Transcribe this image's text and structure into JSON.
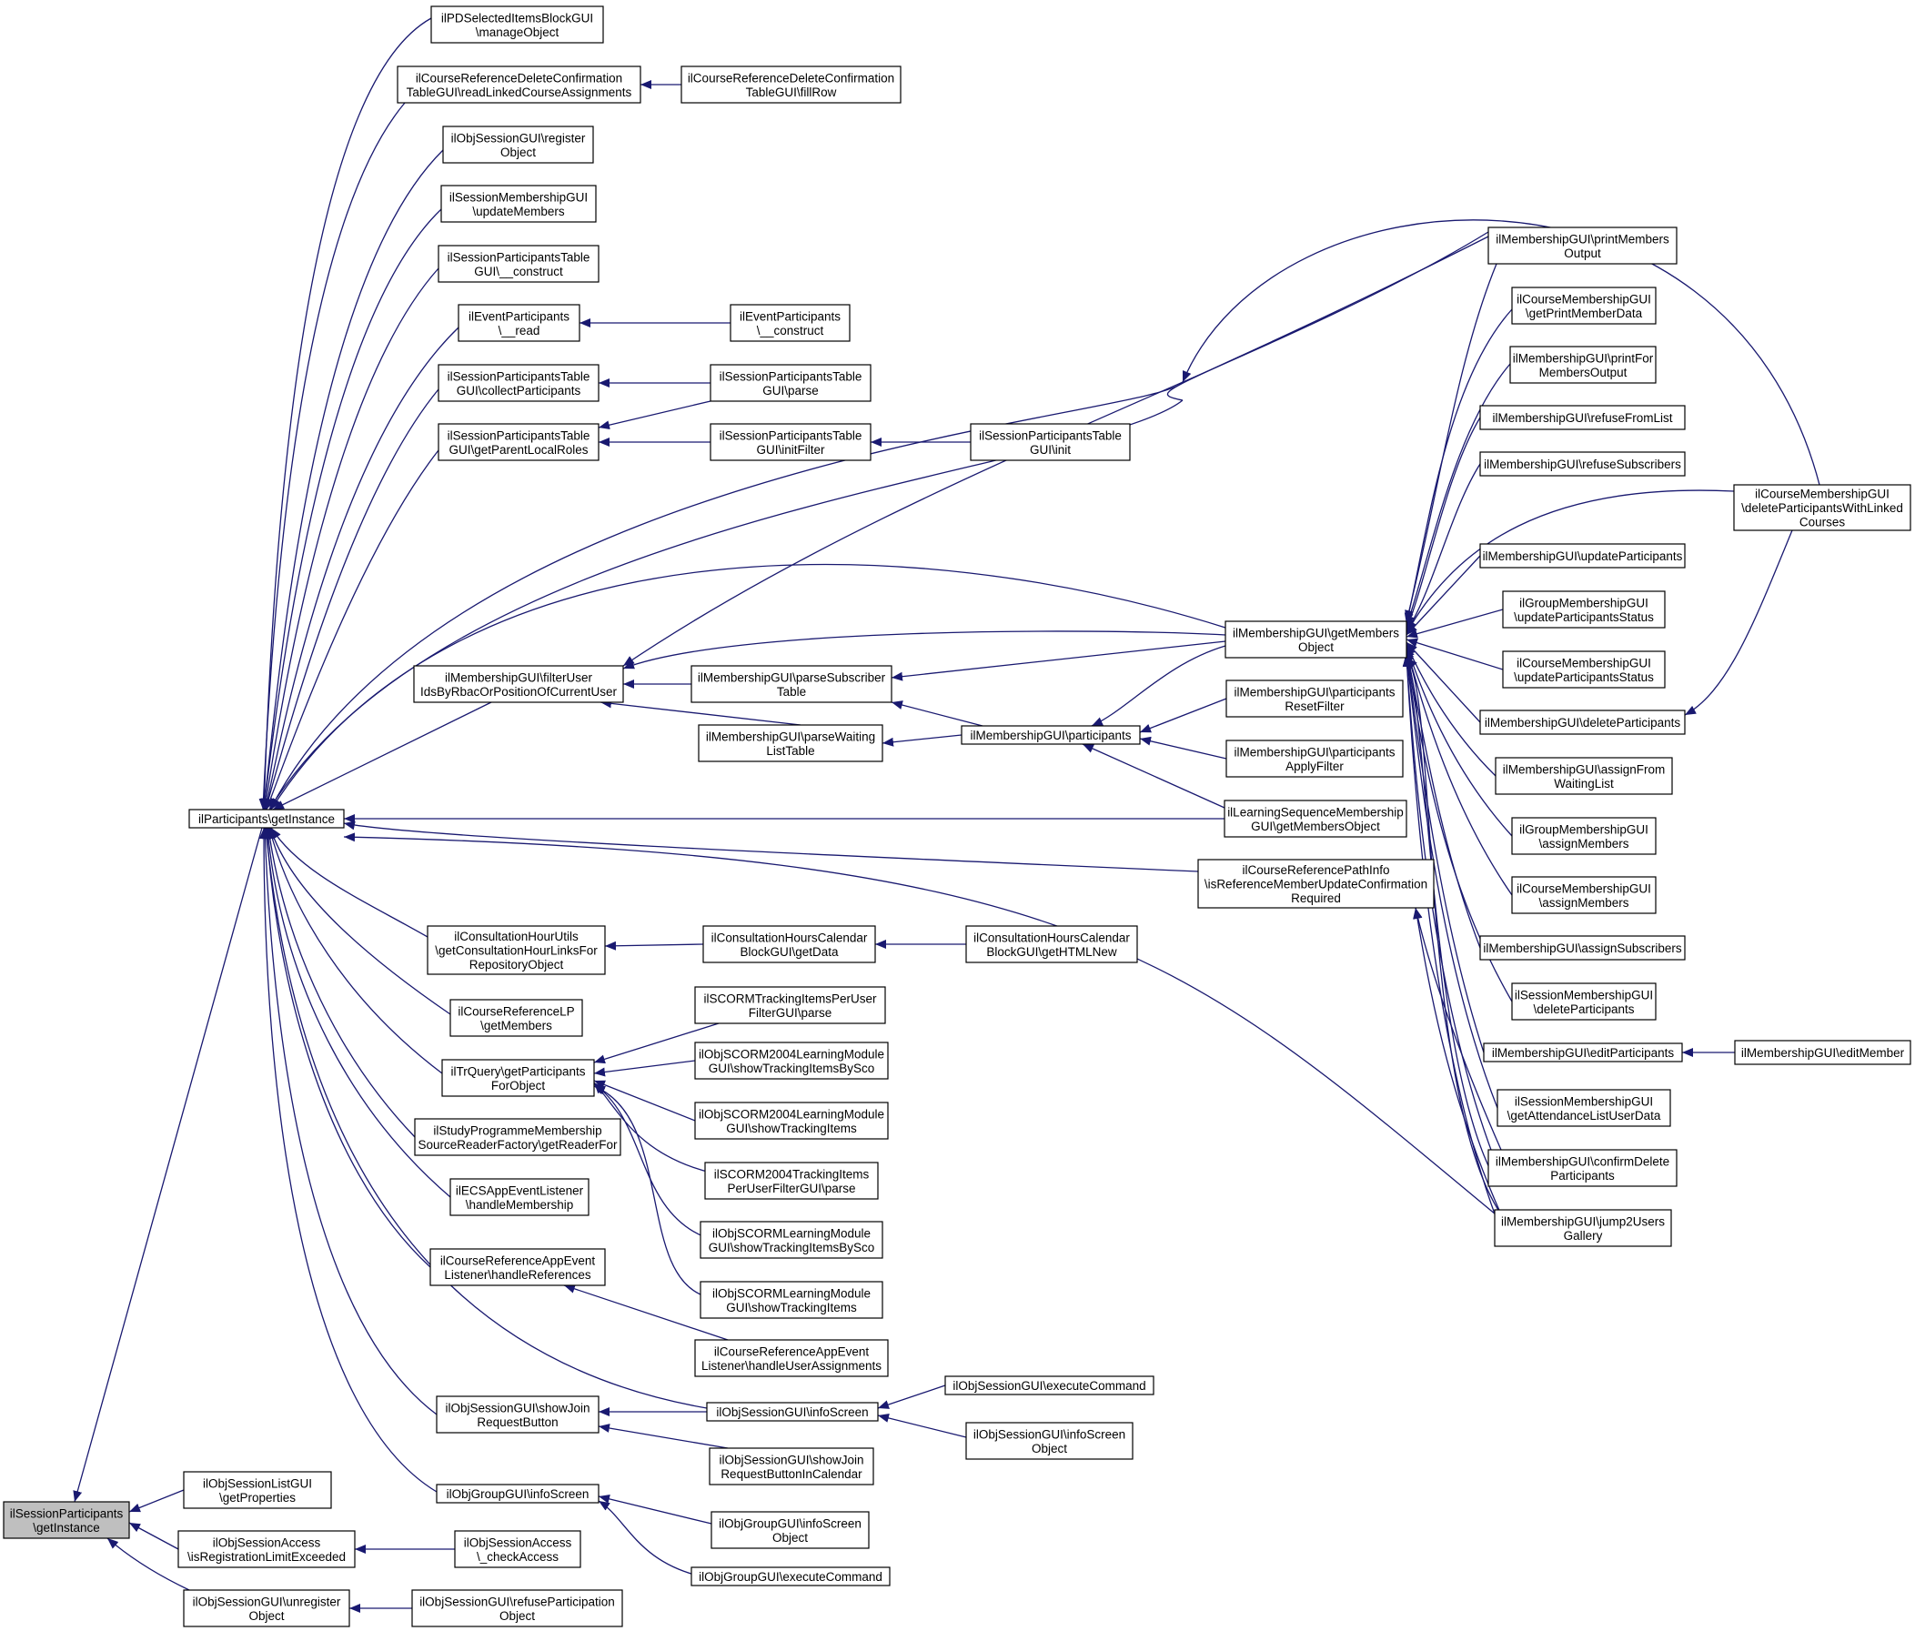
{
  "graph": {
    "edge_color": "#191970",
    "node_border": "#000000",
    "node_fill": "#ffffff",
    "root_fill": "#bfbfbf",
    "nodes": {
      "n_root": [
        "ilSessionParticipants",
        "\\getInstance"
      ],
      "n_partinst": [
        "ilParticipants\\getInstance"
      ],
      "n_sesslist": [
        "ilObjSessionListGUI",
        "\\getProperties"
      ],
      "n_sessaccess": [
        "ilObjSessionAccess",
        "\\isRegistrationLimitExceeded"
      ],
      "n_checkaccess": [
        "ilObjSessionAccess",
        "\\_checkAccess"
      ],
      "n_unreg": [
        "ilObjSessionGUI\\unregister",
        "Object"
      ],
      "n_refusepart": [
        "ilObjSessionGUI\\refuseParticipation",
        "Object"
      ],
      "n_pdsel": [
        "ilPDSelectedItemsBlockGUI",
        "\\manageObject"
      ],
      "n_crdel": [
        "ilCourseReferenceDeleteConfirmation",
        "TableGUI\\readLinkedCourseAssignments"
      ],
      "n_crdelfill": [
        "ilCourseReferenceDeleteConfirmation",
        "TableGUI\\fillRow"
      ],
      "n_sessreg": [
        "ilObjSessionGUI\\register",
        "Object"
      ],
      "n_sessmemupd": [
        "ilSessionMembershipGUI",
        "\\updateMembers"
      ],
      "n_sptconst": [
        "ilSessionParticipantsTable",
        "GUI\\__construct"
      ],
      "n_evread": [
        "ilEventParticipants",
        "\\__read"
      ],
      "n_evconst": [
        "ilEventParticipants",
        "\\__construct"
      ],
      "n_sptcollect": [
        "ilSessionParticipantsTable",
        "GUI\\collectParticipants"
      ],
      "n_sptparse": [
        "ilSessionParticipantsTable",
        "GUI\\parse"
      ],
      "n_sptroles": [
        "ilSessionParticipantsTable",
        "GUI\\getParentLocalRoles"
      ],
      "n_sptinitf": [
        "ilSessionParticipantsTable",
        "GUI\\initFilter"
      ],
      "n_sptinit": [
        "ilSessionParticipantsTable",
        "GUI\\init"
      ],
      "n_filteruser": [
        "ilMembershipGUI\\filterUser",
        "IdsByRbacOrPositionOfCurrentUser"
      ],
      "n_parsesub": [
        "ilMembershipGUI\\parseSubscriber",
        "Table"
      ],
      "n_parsewait": [
        "ilMembershipGUI\\parseWaiting",
        "ListTable"
      ],
      "n_participants": [
        "ilMembershipGUI\\participants"
      ],
      "n_getmembers": [
        "ilMembershipGUI\\getMembers",
        "Object"
      ],
      "n_presetf": [
        "ilMembershipGUI\\participants",
        "ResetFilter"
      ],
      "n_papplyf": [
        "ilMembershipGUI\\participants",
        "ApplyFilter"
      ],
      "n_lsm": [
        "ilLearningSequenceMembership",
        "GUI\\getMembersObject"
      ],
      "n_crpath": [
        "ilCourseReferencePathInfo",
        "\\isReferenceMemberUpdateConfirmation",
        "Required"
      ],
      "n_printmem": [
        "ilMembershipGUI\\printMembers",
        "Output"
      ],
      "n_cmprint": [
        "ilCourseMembershipGUI",
        "\\getPrintMemberData"
      ],
      "n_printfor": [
        "ilMembershipGUI\\printFor",
        "MembersOutput"
      ],
      "n_refusefl": [
        "ilMembershipGUI\\refuseFromList"
      ],
      "n_refusesub": [
        "ilMembershipGUI\\refuseSubscribers"
      ],
      "n_updpart": [
        "ilMembershipGUI\\updateParticipants"
      ],
      "n_gmupd": [
        "ilGroupMembershipGUI",
        "\\updateParticipantsStatus"
      ],
      "n_cmupd": [
        "ilCourseMembershipGUI",
        "\\updateParticipantsStatus"
      ],
      "n_delpart": [
        "ilMembershipGUI\\deleteParticipants"
      ],
      "n_assignwait": [
        "ilMembershipGUI\\assignFrom",
        "WaitingList"
      ],
      "n_gmassign": [
        "ilGroupMembershipGUI",
        "\\assignMembers"
      ],
      "n_cmassign": [
        "ilCourseMembershipGUI",
        "\\assignMembers"
      ],
      "n_assignsub": [
        "ilMembershipGUI\\assignSubscribers"
      ],
      "n_smdel": [
        "ilSessionMembershipGUI",
        "\\deleteParticipants"
      ],
      "n_editpart": [
        "ilMembershipGUI\\editParticipants"
      ],
      "n_editmem": [
        "ilMembershipGUI\\editMember"
      ],
      "n_smattend": [
        "ilSessionMembershipGUI",
        "\\getAttendanceListUserData"
      ],
      "n_confirmdel": [
        "ilMembershipGUI\\confirmDelete",
        "Participants"
      ],
      "n_jump2": [
        "ilMembershipGUI\\jump2Users",
        "Gallery"
      ],
      "n_cmdellinked": [
        "ilCourseMembershipGUI",
        "\\deleteParticipantsWithLinked",
        "Courses"
      ],
      "n_chutils": [
        "ilConsultationHourUtils",
        "\\getConsultationHourLinksFor",
        "RepositoryObject"
      ],
      "n_chcalget": [
        "ilConsultationHoursCalendar",
        "BlockGUI\\getData"
      ],
      "n_chcalhtml": [
        "ilConsultationHoursCalendar",
        "BlockGUI\\getHTMLNew"
      ],
      "n_crlp": [
        "ilCourseReferenceLP",
        "\\getMembers"
      ],
      "n_trquery": [
        "ilTrQuery\\getParticipants",
        "ForObject"
      ],
      "n_scormtrack": [
        "ilSCORMTrackingItemsPerUser",
        "FilterGUI\\parse"
      ],
      "n_s2004sco": [
        "ilObjSCORM2004LearningModule",
        "GUI\\showTrackingItemsBySco"
      ],
      "n_s2004items": [
        "ilObjSCORM2004LearningModule",
        "GUI\\showTrackingItems"
      ],
      "n_s2004track": [
        "ilSCORM2004TrackingItems",
        "PerUserFilterGUI\\parse"
      ],
      "n_slmsco": [
        "ilObjSCORMLearningModule",
        "GUI\\showTrackingItemsBySco"
      ],
      "n_slmitems": [
        "ilObjSCORMLearningModule",
        "GUI\\showTrackingItems"
      ],
      "n_studyprog": [
        "ilStudyProgrammeMembership",
        "SourceReaderFactory\\getReaderFor"
      ],
      "n_ecs": [
        "ilECSAppEventListener",
        "\\handleMembership"
      ],
      "n_crappev": [
        "ilCourseReferenceAppEvent",
        "Listener\\handleReferences"
      ],
      "n_crappev2": [
        "ilCourseReferenceAppEvent",
        "Listener\\handleUserAssignments"
      ],
      "n_showjoin": [
        "ilObjSessionGUI\\showJoin",
        "RequestButton"
      ],
      "n_infoscreen": [
        "ilObjSessionGUI\\infoScreen"
      ],
      "n_execcmd": [
        "ilObjSessionGUI\\executeCommand"
      ],
      "n_infoscreenobj": [
        "ilObjSessionGUI\\infoScreen",
        "Object"
      ],
      "n_showjoincal": [
        "ilObjSessionGUI\\showJoin",
        "RequestButtonInCalendar"
      ],
      "n_grpinfo": [
        "ilObjGroupGUI\\infoScreen"
      ],
      "n_grpinfoobj": [
        "ilObjGroupGUI\\infoScreen",
        "Object"
      ],
      "n_grpexec": [
        "ilObjGroupGUI\\executeCommand"
      ]
    }
  }
}
